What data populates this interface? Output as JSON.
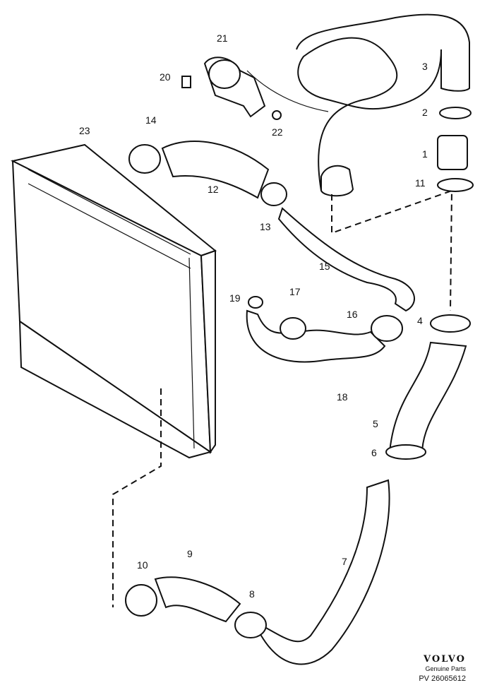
{
  "callouts": [
    {
      "id": "1",
      "text": "1"
    },
    {
      "id": "2",
      "text": "2"
    },
    {
      "id": "3",
      "text": "3"
    },
    {
      "id": "4",
      "text": "4"
    },
    {
      "id": "5",
      "text": "5"
    },
    {
      "id": "6",
      "text": "6"
    },
    {
      "id": "7",
      "text": "7"
    },
    {
      "id": "8",
      "text": "8"
    },
    {
      "id": "9",
      "text": "9"
    },
    {
      "id": "10",
      "text": "10"
    },
    {
      "id": "11",
      "text": "11"
    },
    {
      "id": "12",
      "text": "12"
    },
    {
      "id": "13",
      "text": "13"
    },
    {
      "id": "14",
      "text": "14"
    },
    {
      "id": "15",
      "text": "15"
    },
    {
      "id": "16",
      "text": "16"
    },
    {
      "id": "17",
      "text": "17"
    },
    {
      "id": "18",
      "text": "18"
    },
    {
      "id": "19",
      "text": "19"
    },
    {
      "id": "20",
      "text": "20"
    },
    {
      "id": "21",
      "text": "21"
    },
    {
      "id": "22",
      "text": "22"
    },
    {
      "id": "23",
      "text": "23"
    }
  ],
  "brand": {
    "logo": "VOLVO",
    "subtitle": "Genuine Parts",
    "code": "PV  26065612"
  }
}
